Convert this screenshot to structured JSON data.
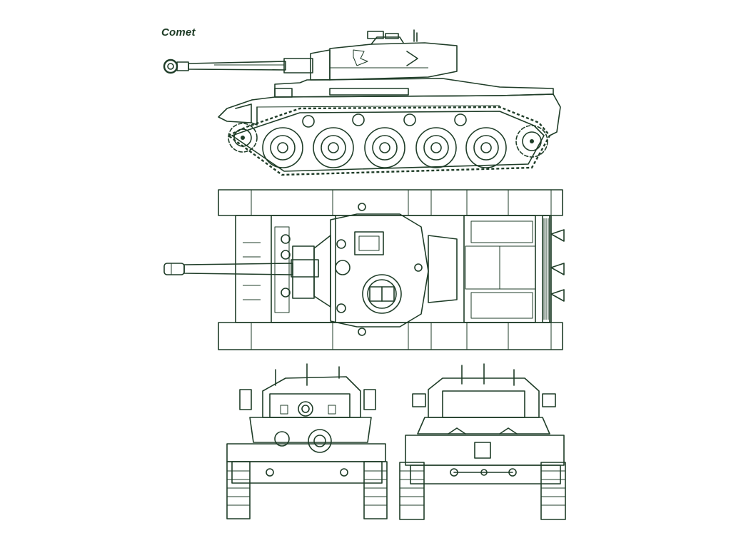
{
  "drawing": {
    "title": "Comet",
    "colors": {
      "ink": "#1f3d28",
      "paper": "#ffffff"
    },
    "views": [
      "side-view",
      "top-view",
      "front-view",
      "rear-view"
    ]
  }
}
